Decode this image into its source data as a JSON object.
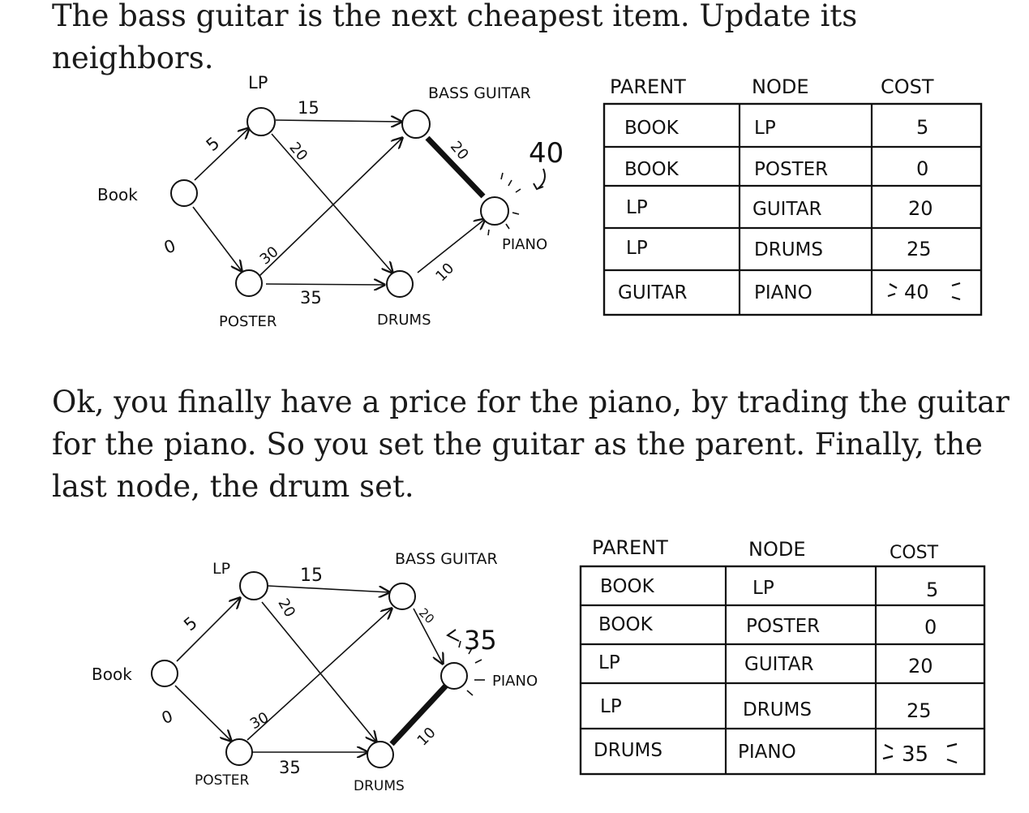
{
  "paragraphs": [
    "The bass guitar is the next cheapest item. Update its neighbors.",
    "Ok, you finally have a price for the piano, by trading the guitar for the piano. So you set the guitar as the parent. Finally, the last node, the drum set."
  ],
  "diagrams": [
    {
      "nodes": {
        "book": "Book",
        "lp": "LP",
        "poster": "POSTER",
        "guitar": "BASS GUITAR",
        "drums": "DRUMS",
        "piano": "PIANO"
      },
      "edges": {
        "book_lp": "5",
        "book_poster": "0",
        "lp_guitar": "15",
        "lp_drums": "20",
        "poster_guitar": "30",
        "poster_drums": "35",
        "guitar_piano": "20",
        "drums_piano": "10"
      },
      "piano_cost_note": "40",
      "highlighted_edge": "guitar_piano",
      "table": {
        "headers": [
          "PARENT",
          "NODE",
          "COST"
        ],
        "rows": [
          [
            "BOOK",
            "LP",
            "5"
          ],
          [
            "BOOK",
            "POSTER",
            "0"
          ],
          [
            "LP",
            "GUITAR",
            "20"
          ],
          [
            "LP",
            "DRUMS",
            "25"
          ],
          [
            "GUITAR",
            "PIANO",
            "40"
          ]
        ]
      }
    },
    {
      "nodes": {
        "book": "Book",
        "lp": "LP",
        "poster": "POSTER",
        "guitar": "BASS GUITAR",
        "drums": "DRUMS",
        "piano": "PIANO"
      },
      "edges": {
        "book_lp": "5",
        "book_poster": "0",
        "lp_guitar": "15",
        "lp_drums": "20",
        "poster_guitar": "30",
        "poster_drums": "35",
        "guitar_piano": "20",
        "drums_piano": "10"
      },
      "piano_cost_note": "35",
      "highlighted_edge": "drums_piano",
      "table": {
        "headers": [
          "PARENT",
          "NODE",
          "COST"
        ],
        "rows": [
          [
            "BOOK",
            "LP",
            "5"
          ],
          [
            "BOOK",
            "POSTER",
            "0"
          ],
          [
            "LP",
            "GUITAR",
            "20"
          ],
          [
            "LP",
            "DRUMS",
            "25"
          ],
          [
            "DRUMS",
            "PIANO",
            "35"
          ]
        ]
      }
    }
  ]
}
